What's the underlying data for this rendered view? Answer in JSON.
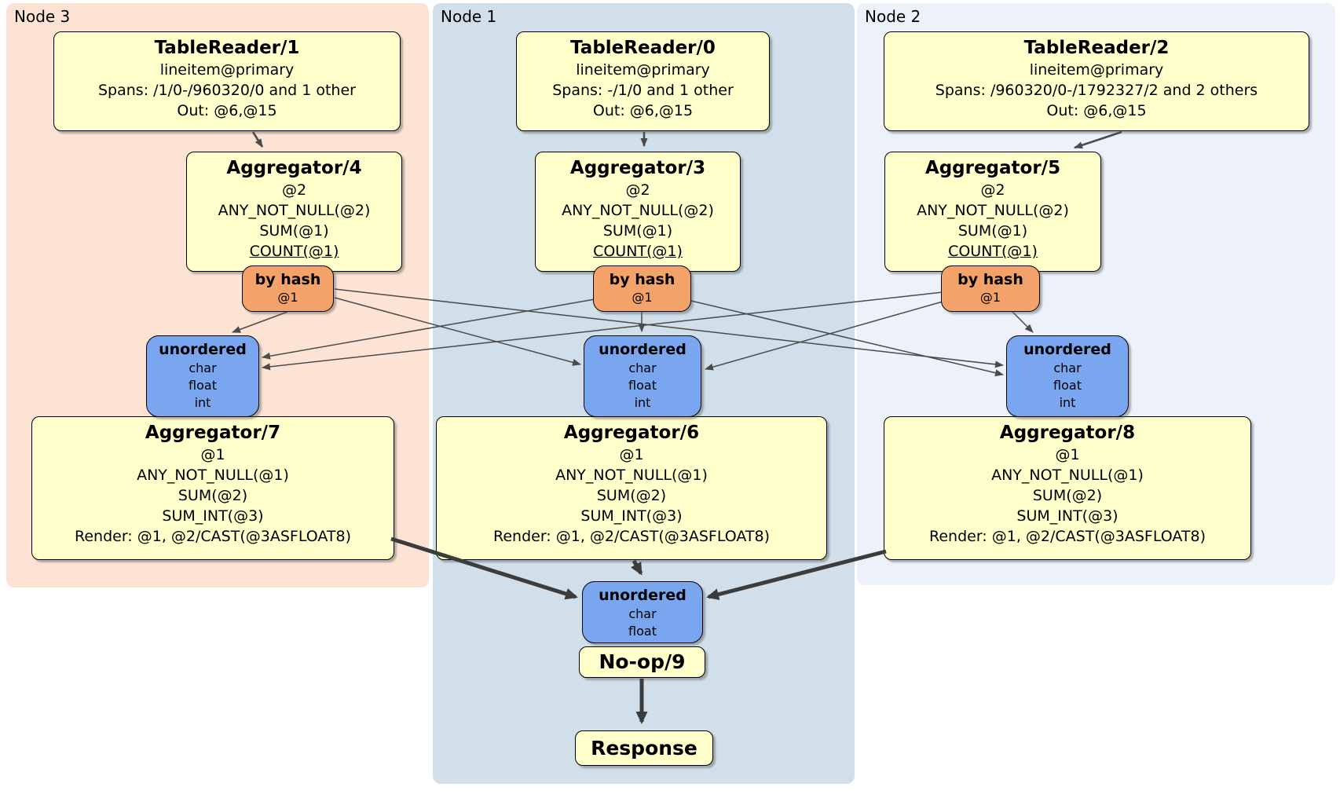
{
  "panels": [
    {
      "id": "node3",
      "label": "Node 3"
    },
    {
      "id": "node1",
      "label": "Node 1"
    },
    {
      "id": "node2",
      "label": "Node 2"
    }
  ],
  "nodes": {
    "tr1": {
      "title": "TableReader/1",
      "lines": [
        "lineitem@primary",
        "Spans: /1/0-/960320/0 and 1 other",
        "Out: @6,@15"
      ]
    },
    "tr0": {
      "title": "TableReader/0",
      "lines": [
        "lineitem@primary",
        "Spans: -/1/0 and 1 other",
        "Out: @6,@15"
      ]
    },
    "tr2": {
      "title": "TableReader/2",
      "lines": [
        "lineitem@primary",
        "Spans: /960320/0-/1792327/2 and 2 others",
        "Out: @6,@15"
      ]
    },
    "agg4": {
      "title": "Aggregator/4",
      "lines": [
        "@2",
        "ANY_NOT_NULL(@2)",
        "SUM(@1)",
        "COUNT(@1)"
      ]
    },
    "agg3": {
      "title": "Aggregator/3",
      "lines": [
        "@2",
        "ANY_NOT_NULL(@2)",
        "SUM(@1)",
        "COUNT(@1)"
      ]
    },
    "agg5": {
      "title": "Aggregator/5",
      "lines": [
        "@2",
        "ANY_NOT_NULL(@2)",
        "SUM(@1)",
        "COUNT(@1)"
      ]
    },
    "bh3": {
      "title": "by hash",
      "lines": [
        "@1"
      ]
    },
    "bh1": {
      "title": "by hash",
      "lines": [
        "@1"
      ]
    },
    "bh2": {
      "title": "by hash",
      "lines": [
        "@1"
      ]
    },
    "un3": {
      "title": "unordered",
      "lines": [
        "char",
        "float",
        "int"
      ]
    },
    "un1": {
      "title": "unordered",
      "lines": [
        "char",
        "float",
        "int"
      ]
    },
    "un2": {
      "title": "unordered",
      "lines": [
        "char",
        "float",
        "int"
      ]
    },
    "agg7": {
      "title": "Aggregator/7",
      "lines": [
        "@1",
        "ANY_NOT_NULL(@1)",
        "SUM(@2)",
        "SUM_INT(@3)",
        "Render: @1, @2/CAST(@3ASFLOAT8)"
      ]
    },
    "agg6": {
      "title": "Aggregator/6",
      "lines": [
        "@1",
        "ANY_NOT_NULL(@1)",
        "SUM(@2)",
        "SUM_INT(@3)",
        "Render: @1, @2/CAST(@3ASFLOAT8)"
      ]
    },
    "agg8": {
      "title": "Aggregator/8",
      "lines": [
        "@1",
        "ANY_NOT_NULL(@1)",
        "SUM(@2)",
        "SUM_INT(@3)",
        "Render: @1, @2/CAST(@3ASFLOAT8)"
      ]
    },
    "unf": {
      "title": "unordered",
      "lines": [
        "char",
        "float"
      ]
    },
    "noop": {
      "title": "No-op/9"
    },
    "resp": {
      "title": "Response"
    }
  },
  "colors": {
    "node3_bg": "#fce3d4",
    "node1_bg": "#d0dfe9",
    "node2_bg": "#edf1fa",
    "operator_bg": "#ffffcc",
    "router_bg": "#f3a369",
    "sync_bg": "#7aa6f0",
    "edge": "#4b4b4b"
  }
}
